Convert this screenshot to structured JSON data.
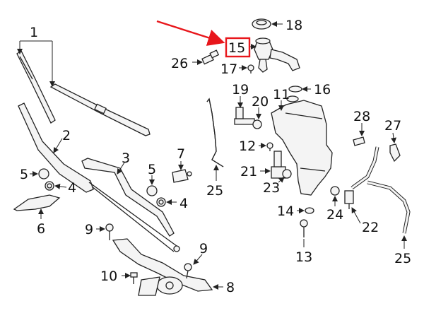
{
  "labels": {
    "l1": "1",
    "l2": "2",
    "l3": "3",
    "l4a": "4",
    "l4b": "4",
    "l5a": "5",
    "l5b": "5",
    "l6": "6",
    "l7": "7",
    "l8": "8",
    "l9a": "9",
    "l9b": "9",
    "l10": "10",
    "l11": "11",
    "l12": "12",
    "l13": "13",
    "l14": "14",
    "l15": "15",
    "l16": "16",
    "l17": "17",
    "l18": "18",
    "l19": "19",
    "l20": "20",
    "l21": "21",
    "l22": "22",
    "l23": "23",
    "l24": "24",
    "l25a": "25",
    "l25b": "25",
    "l26": "26",
    "l27": "27",
    "l28": "28"
  },
  "highlight": {
    "target": "15",
    "color": "#e8161b"
  }
}
